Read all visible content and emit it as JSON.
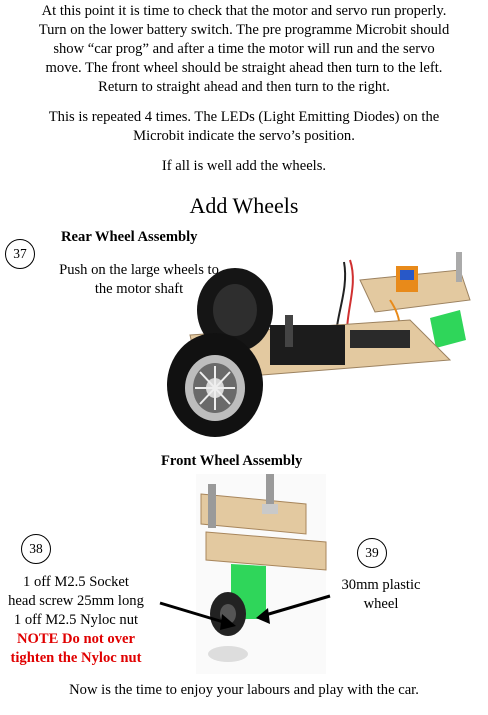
{
  "intro": {
    "line1": "At this point it is time to check that the motor and servo run properly.",
    "line2": "Turn on the lower battery switch. The pre programme Microbit should",
    "line3": "show “car prog” and after a time the motor will run and the servo",
    "line4": "move. The front wheel should be straight ahead then turn to the  left.",
    "line5": "Return to straight ahead and then turn to the right."
  },
  "repeat": {
    "line1": "This is repeated 4 times. The LEDs (Light Emitting Diodes) on the",
    "line2": "Microbit indicate the servo’s position."
  },
  "check": "If all is well add the wheels.",
  "section_title": "Add Wheels",
  "rear": {
    "step": "37",
    "title": "Rear Wheel Assembly",
    "line1": "Push on the large wheels to",
    "line2": "the motor shaft"
  },
  "front": {
    "title": "Front Wheel Assembly",
    "step_left": "38",
    "left_line1": "1 off M2.5 Socket",
    "left_line2": "head screw 25mm long",
    "left_line3": "1 off M2.5 Nyloc nut",
    "warn_line1": "NOTE Do not over",
    "warn_line2": "tighten the Nyloc nut",
    "step_right": "39",
    "right_line1": "30mm plastic",
    "right_line2": "wheel"
  },
  "footer": "Now is the time to enjoy your labours and play with the car.",
  "colors": {
    "warning": "#e00000",
    "plywood": "#e3c9a0",
    "servo_green": "#2fd65a"
  }
}
